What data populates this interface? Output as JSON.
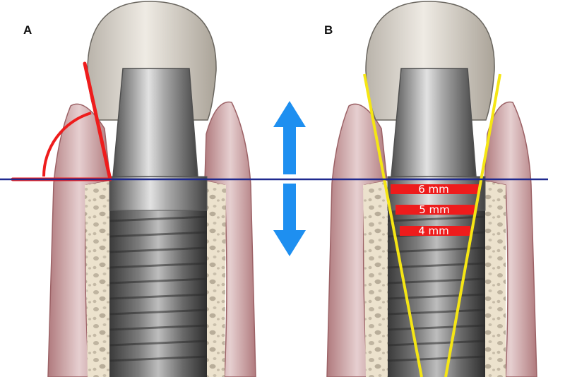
{
  "panels": [
    {
      "label": "A"
    },
    {
      "label": "B"
    }
  ],
  "measurements": [
    {
      "label": "6 mm"
    },
    {
      "label": "5 mm"
    },
    {
      "label": "4 mm"
    }
  ],
  "colors": {
    "angle_lines": "#ee1c1c",
    "taper_lines": "#f5e614",
    "bone_level_line": "#1f2a8f",
    "arrows": "#1e8ff0",
    "gingiva": "#c08d8f",
    "bone": "#ece2cd",
    "crown": "#e4dfd6"
  },
  "icons": {
    "vertical_arrow": "double-headed-vertical-arrow-icon"
  }
}
